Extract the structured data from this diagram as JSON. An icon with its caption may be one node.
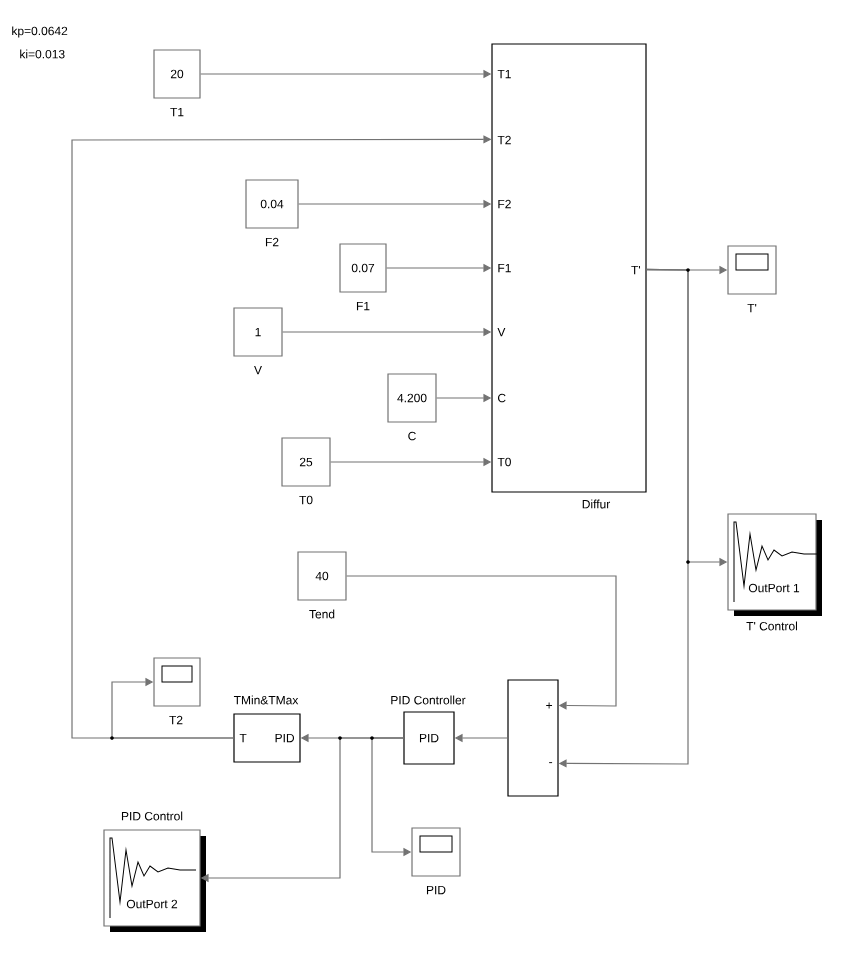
{
  "diagram": {
    "nodes": [
      {
        "text": [
          "T1",
          "T2",
          "F2",
          "F1",
          "V",
          "C",
          "T0",
          "T'"
        ],
        "beside": [
          "Diffur"
        ]
      },
      {
        "text": [
          "20"
        ],
        "beside": [
          "T1"
        ]
      },
      {
        "text": [
          "0.04"
        ],
        "beside": [
          "F2"
        ]
      },
      {
        "text": [
          "0.07"
        ],
        "beside": [
          "F1"
        ]
      },
      {
        "text": [
          "1"
        ],
        "beside": [
          "V"
        ]
      },
      {
        "text": [
          "4.200"
        ],
        "beside": [
          "C"
        ]
      },
      {
        "text": [
          "25"
        ],
        "beside": [
          "T0"
        ]
      },
      {
        "text": [],
        "shape": "box",
        "beside": [
          "T'"
        ]
      },
      {
        "text": [
          "OutPort 1"
        ],
        "beside": [
          "T' Control"
        ]
      },
      {
        "text": [
          "40"
        ],
        "beside": [
          "Tend"
        ]
      },
      {
        "text": [
          "+",
          "-"
        ]
      },
      {
        "text": [
          "PID"
        ],
        "beside": [
          "PID Controller"
        ]
      },
      {
        "text": [
          "T",
          "PID"
        ],
        "beside": [
          "TMin&TMax"
        ]
      },
      {
        "text": [],
        "shape": "box",
        "beside": [
          "T2"
        ]
      },
      {
        "text": [],
        "shape": "box",
        "beside": [
          "PID"
        ]
      },
      {
        "text": [
          "OutPort 2"
        ],
        "beside": [
          "PID Control"
        ]
      }
    ],
    "edges": [
      {
        "from": 1,
        "to": 0,
        "arrow": "to"
      },
      {
        "from": 12,
        "to": 0,
        "arrow": "to"
      },
      {
        "from": 12,
        "to": 13,
        "arrow": "to"
      },
      {
        "from": 2,
        "to": 0,
        "arrow": "to"
      },
      {
        "from": 3,
        "to": 0,
        "arrow": "to"
      },
      {
        "from": 4,
        "to": 0,
        "arrow": "to"
      },
      {
        "from": 5,
        "to": 0,
        "arrow": "to"
      },
      {
        "from": 6,
        "to": 0,
        "arrow": "to"
      },
      {
        "from": 0,
        "to": 7,
        "arrow": "to"
      },
      {
        "from": 0,
        "to": 8,
        "arrow": "to"
      },
      {
        "from": 0,
        "to": 10,
        "arrow": "to"
      },
      {
        "from": 9,
        "to": 10,
        "arrow": "to"
      },
      {
        "from": 10,
        "to": 11,
        "arrow": "to"
      },
      {
        "from": 11,
        "to": 12,
        "arrow": "to"
      },
      {
        "from": 11,
        "to": 14,
        "arrow": "to"
      },
      {
        "from": 11,
        "to": 15,
        "arrow": "to"
      }
    ],
    "labels": [
      "kp=0.0642",
      "ki=0.013"
    ]
  }
}
